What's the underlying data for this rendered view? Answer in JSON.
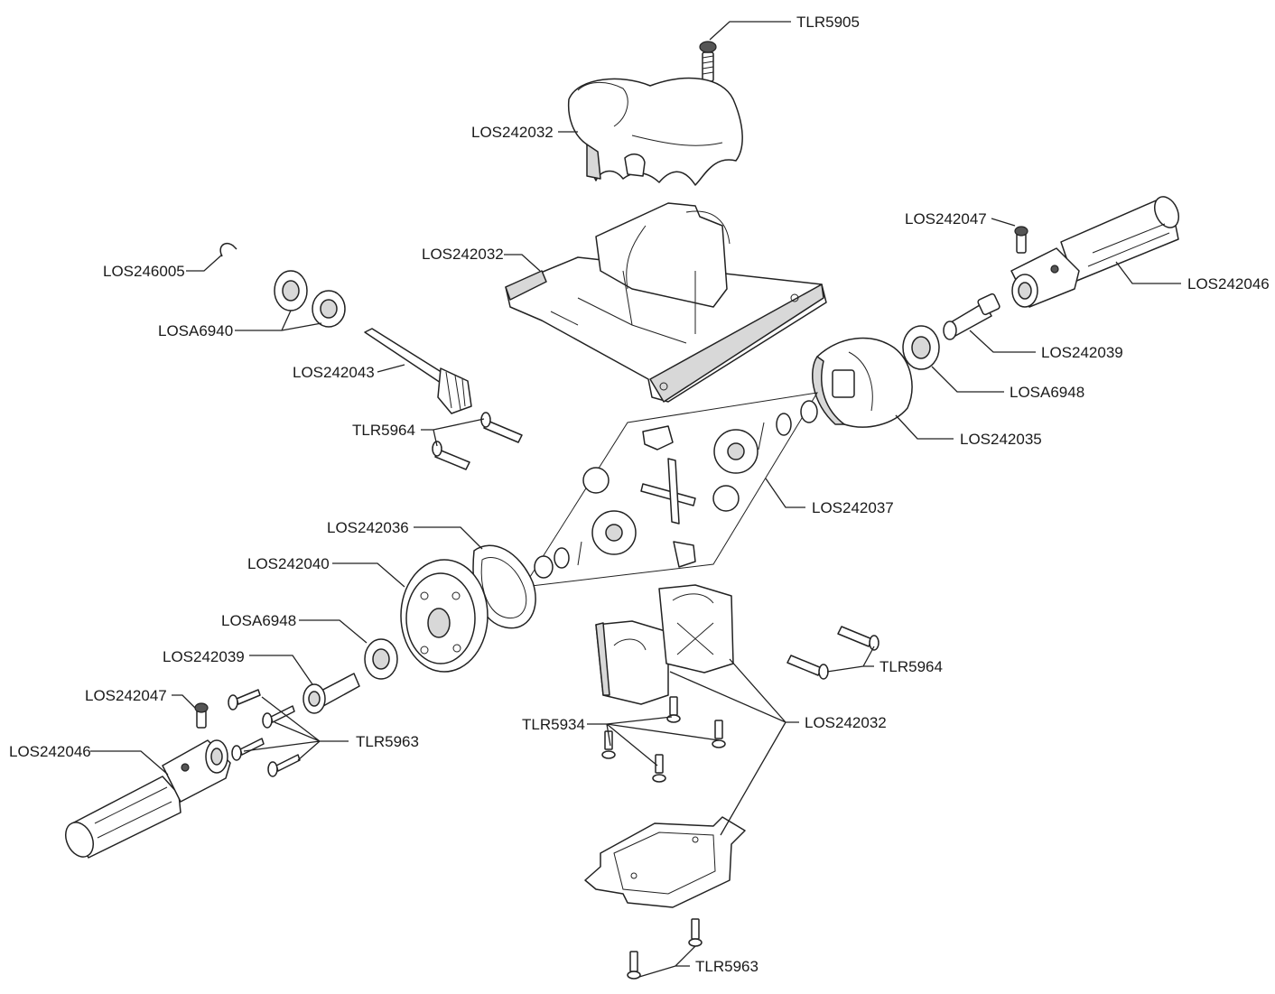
{
  "labels": {
    "tlr5905": "TLR5905",
    "los242032_top": "LOS242032",
    "los242032_case": "LOS242032",
    "los242047_right": "LOS242047",
    "los246005": "LOS246005",
    "losa6940": "LOSA6940",
    "los242046_right": "LOS242046",
    "los242039_right": "LOS242039",
    "los242043": "LOS242043",
    "losa6948_right": "LOSA6948",
    "tlr5964_left": "TLR5964",
    "los242035": "LOS242035",
    "los242037": "LOS242037",
    "los242036": "LOS242036",
    "los242040": "LOS242040",
    "losa6948_left": "LOSA6948",
    "los242039_left": "LOS242039",
    "tlr5964_right": "TLR5964",
    "los242047_left": "LOS242047",
    "tlr5934": "TLR5934",
    "los242032_mounts": "LOS242032",
    "los242046_left": "LOS242046",
    "tlr5963_left": "TLR5963",
    "tlr5963_bottom": "TLR5963"
  }
}
